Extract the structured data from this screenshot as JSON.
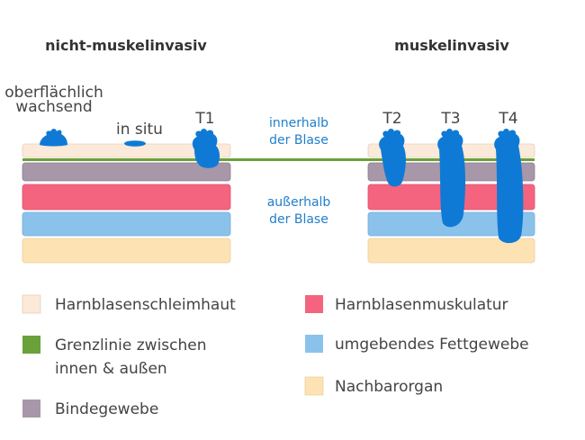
{
  "headings": {
    "left": "nicht-muskelinvasiv",
    "right": "muskelinvasiv"
  },
  "stages": {
    "superficial_line1": "oberflächlich",
    "superficial_line2": "wachsend",
    "in_situ": "in situ",
    "t1": "T1",
    "t2": "T2",
    "t3": "T3",
    "t4": "T4"
  },
  "regions": {
    "inside_line1": "innerhalb",
    "inside_line2": "der Blase",
    "outside_line1": "außerhalb",
    "outside_line2": "der Blase"
  },
  "legend": [
    {
      "line1": "Harnblasenschleimhaut",
      "line2": "",
      "color": "#fbe9d9"
    },
    {
      "line1": "Grenzlinie zwischen",
      "line2": "innen & außen",
      "color": "#6aa13a"
    },
    {
      "line1": "Bindegewebe",
      "line2": "",
      "color": "#a797a8"
    },
    {
      "line1": "Harnblasenmuskulatur",
      "line2": "",
      "color": "#f4647f"
    },
    {
      "line1": "umgebendes Fettgewebe",
      "line2": "",
      "color": "#8ac2ec"
    },
    {
      "line1": "Nachbarorgan",
      "line2": "",
      "color": "#fde2b4"
    }
  ],
  "colors": {
    "mucosa": "#fbe9d9",
    "connective": "#a797a8",
    "muscle": "#f4647f",
    "fat": "#8ac2ec",
    "organ": "#fde2b4",
    "boundary": "#6aa13a",
    "tumor": "#0f7ad6",
    "region_text": "#1f7fcc"
  }
}
